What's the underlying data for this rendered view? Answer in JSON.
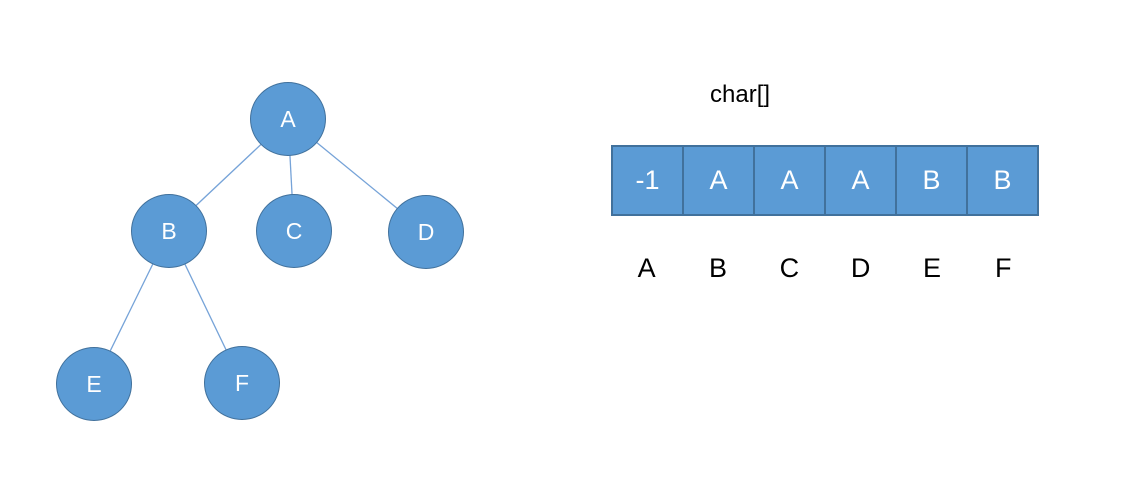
{
  "colors": {
    "bg": "#ffffff",
    "node-fill": "#5b9bd5",
    "node-border": "#41719c",
    "edge": "#76a3d8",
    "cell-fill": "#5b9bd5",
    "cell-border": "#41719c",
    "cell-text": "#ffffff",
    "text": "#000000"
  },
  "tree": {
    "nodes": [
      {
        "id": "A",
        "label": "A"
      },
      {
        "id": "B",
        "label": "B"
      },
      {
        "id": "C",
        "label": "C"
      },
      {
        "id": "D",
        "label": "D"
      },
      {
        "id": "E",
        "label": "E"
      },
      {
        "id": "F",
        "label": "F"
      }
    ],
    "edges": [
      [
        "A",
        "B"
      ],
      [
        "A",
        "C"
      ],
      [
        "A",
        "D"
      ],
      [
        "B",
        "E"
      ],
      [
        "B",
        "F"
      ]
    ]
  },
  "array_panel": {
    "title": "char[]",
    "cells": [
      "-1",
      "A",
      "A",
      "A",
      "B",
      "B"
    ],
    "index_labels": [
      "A",
      "B",
      "C",
      "D",
      "E",
      "F"
    ]
  }
}
